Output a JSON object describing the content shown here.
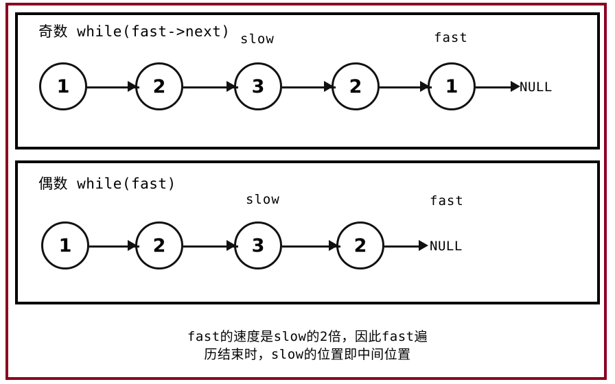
{
  "colors": {
    "outer_border": "#8a0020",
    "panel_border": "#000000",
    "node_stroke": "#111111",
    "text": "#000000",
    "background": "#ffffff"
  },
  "panels": [
    {
      "id": "odd",
      "heading": "奇数 while(fast->next)",
      "pointers": [
        {
          "name": "slow",
          "label": "slow",
          "points_to_index": 2
        },
        {
          "name": "fast",
          "label": "fast",
          "points_to_index": 4
        }
      ],
      "nodes": [
        "1",
        "2",
        "3",
        "2",
        "1"
      ],
      "terminator": "NULL"
    },
    {
      "id": "even",
      "heading": "偶数 while(fast)",
      "pointers": [
        {
          "name": "slow",
          "label": "slow",
          "points_to_index": 2
        },
        {
          "name": "fast",
          "label": "fast",
          "points_to_index": 4
        }
      ],
      "nodes": [
        "1",
        "2",
        "3",
        "2"
      ],
      "terminator": "NULL"
    }
  ],
  "caption": {
    "line1": "fast的速度是slow的2倍，因此fast遍",
    "line2": "历结束时，slow的位置即中间位置"
  }
}
